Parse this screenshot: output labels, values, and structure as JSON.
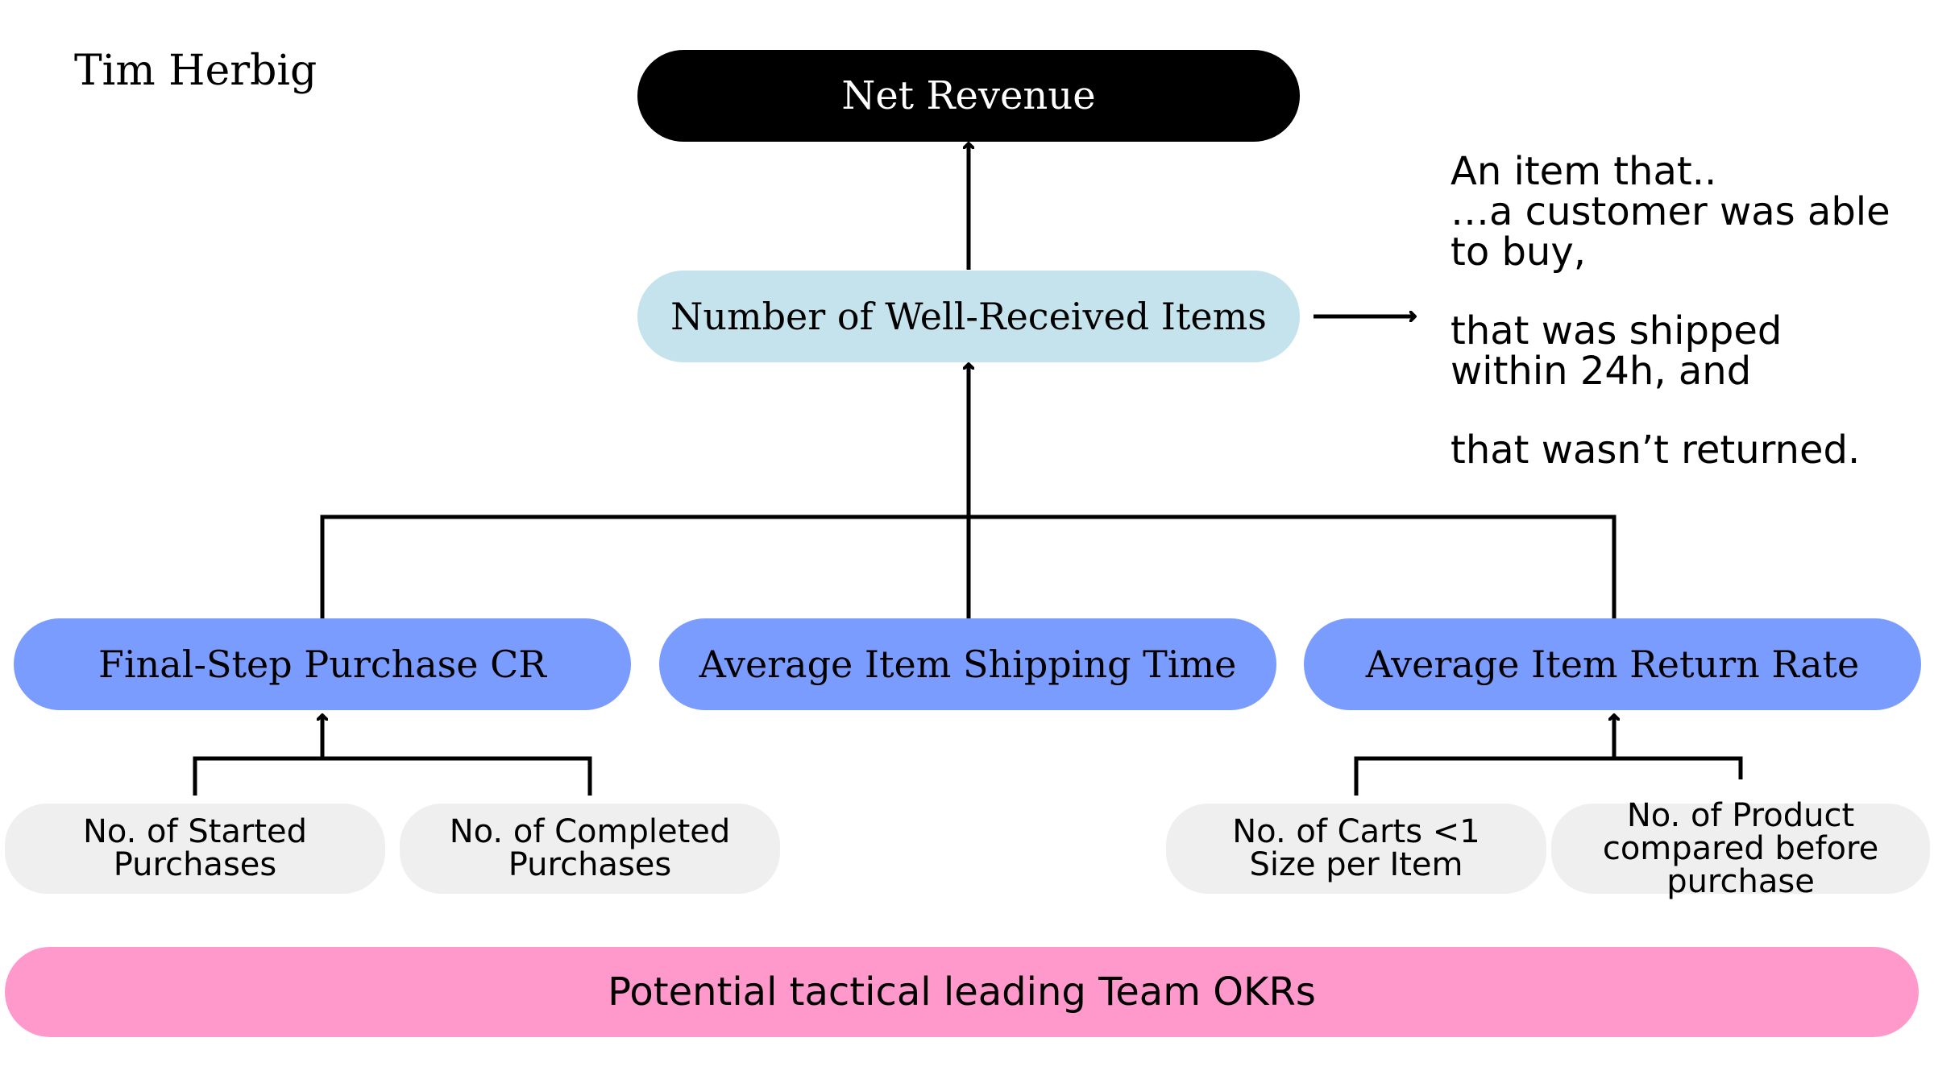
{
  "brand": "Tim Herbig",
  "nodes": {
    "net_revenue": "Net Revenue",
    "well_received": "Number of Well-Received Items",
    "final_step": "Final-Step Purchase CR",
    "shipping_time": "Average Item Shipping Time",
    "return_rate": "Average Item Return Rate",
    "started_purchases": [
      "No. of Started",
      "Purchases"
    ],
    "completed_purchases": [
      "No. of Completed",
      "Purchases"
    ],
    "carts": [
      "No. of Carts <1",
      "Size per Item"
    ],
    "compared": [
      "No. of Product",
      "compared before",
      "purchase"
    ],
    "okrs": "Potential tactical leading Team OKRs"
  },
  "note": {
    "line1": "An item that..",
    "line2": "…a customer was able",
    "line3": "to buy,",
    "line4": "that was shipped",
    "line5": "within 24h, and",
    "line6": "that wasn’t returned."
  },
  "colors": {
    "top_metric": "#000000",
    "north_star": "#c5e3ec",
    "input_metric": "#7b9cff",
    "leading_metric": "#efefef",
    "okr_banner": "#ff99cb"
  }
}
